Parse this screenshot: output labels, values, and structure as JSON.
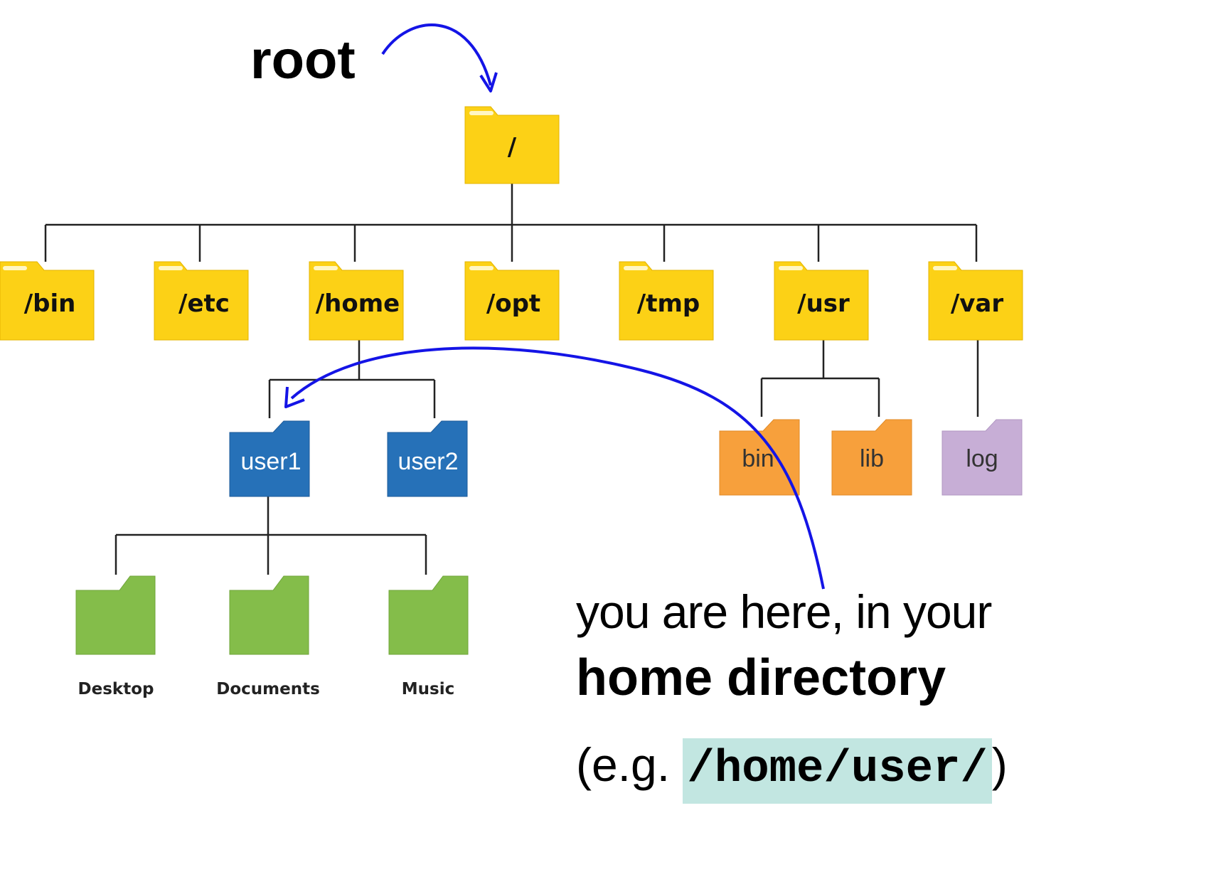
{
  "root_label": "root",
  "root_folder": {
    "label": "/",
    "color": "#fcd116"
  },
  "top_folders": [
    {
      "label": "/bin"
    },
    {
      "label": "/etc"
    },
    {
      "label": "/home"
    },
    {
      "label": "/opt"
    },
    {
      "label": "/tmp"
    },
    {
      "label": "/usr"
    },
    {
      "label": "/var"
    }
  ],
  "home_children": [
    {
      "label": "user1"
    },
    {
      "label": "user2"
    }
  ],
  "usr_children": [
    {
      "label": "bin"
    },
    {
      "label": "lib"
    }
  ],
  "var_children": [
    {
      "label": "log"
    }
  ],
  "user1_children": [
    {
      "label": "Desktop"
    },
    {
      "label": "Documents"
    },
    {
      "label": "Music"
    }
  ],
  "note": {
    "line1": "you are here, in your",
    "line2": "home directory",
    "line3_prefix": "(e.g. ",
    "line3_path": "/home/user/",
    "line3_suffix": ")"
  },
  "colors": {
    "yellow": "#fcd116",
    "blue": "#2671b8",
    "orange": "#f7a03c",
    "purple": "#c7aed6",
    "green": "#84bd4a",
    "arrow": "#1414e6",
    "highlight": "#c2e6e1"
  },
  "icons": [
    "folder-icon"
  ]
}
